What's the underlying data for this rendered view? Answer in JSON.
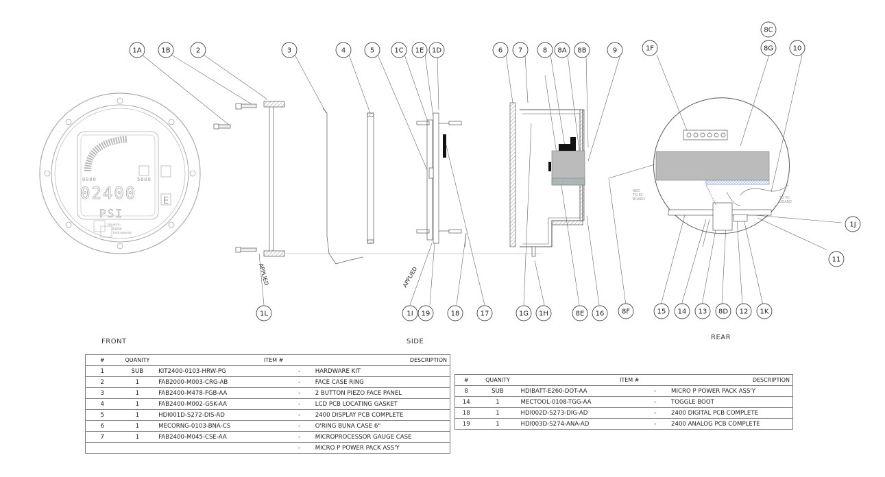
{
  "view_labels": {
    "front": "FRONT",
    "side": "SIDE",
    "rear": "REAR"
  },
  "front_view": {
    "display_value": "02400",
    "unit": "PSI",
    "scale_low": "0000",
    "scale_high": "5000",
    "mode_letter": "E",
    "brand_line1": "Houston",
    "brand_line2": "Digital",
    "brand_line3": "Instruments"
  },
  "side_view": {
    "applied_1": "APPLIED",
    "applied_2": "APPLIED"
  },
  "rear_view": {
    "wire_label_left": "RED\nTO PC\nBOARD",
    "wire_label_right": "TO PC\nBOARD"
  },
  "callouts": [
    {
      "id": "1A"
    },
    {
      "id": "1B"
    },
    {
      "id": "2"
    },
    {
      "id": "3"
    },
    {
      "id": "4"
    },
    {
      "id": "5"
    },
    {
      "id": "1C"
    },
    {
      "id": "1E"
    },
    {
      "id": "1D"
    },
    {
      "id": "6"
    },
    {
      "id": "7"
    },
    {
      "id": "8"
    },
    {
      "id": "8A"
    },
    {
      "id": "8B"
    },
    {
      "id": "9"
    },
    {
      "id": "1F"
    },
    {
      "id": "8C"
    },
    {
      "id": "8G"
    },
    {
      "id": "10"
    },
    {
      "id": "1J"
    },
    {
      "id": "11"
    },
    {
      "id": "1L"
    },
    {
      "id": "1I"
    },
    {
      "id": "19"
    },
    {
      "id": "18"
    },
    {
      "id": "17"
    },
    {
      "id": "1G"
    },
    {
      "id": "1H"
    },
    {
      "id": "8E"
    },
    {
      "id": "16"
    },
    {
      "id": "8F"
    },
    {
      "id": "15"
    },
    {
      "id": "14"
    },
    {
      "id": "13"
    },
    {
      "id": "8D"
    },
    {
      "id": "12"
    },
    {
      "id": "1K"
    }
  ],
  "bom_left": {
    "headers": {
      "num": "#",
      "qty": "QUANITY",
      "item": "ITEM #",
      "desc": "DESCRIPTION"
    },
    "rows": [
      {
        "num": "1",
        "qty": "SUB",
        "item": "KIT2400-0103-HRW-PG",
        "dash": "-",
        "desc": "HARDWARE KIT"
      },
      {
        "num": "2",
        "qty": "1",
        "item": "FAB2000-M003-CRG-AB",
        "dash": "-",
        "desc": "FACE CASE RING"
      },
      {
        "num": "3",
        "qty": "1",
        "item": "FAB2400-M478-FGB-AA",
        "dash": "-",
        "desc": "2 BUTTON PIEZO FACE PANEL"
      },
      {
        "num": "4",
        "qty": "1",
        "item": "FAB2400-M002-GSK-AA",
        "dash": "-",
        "desc": "LCD PCB LOCATING GASKET"
      },
      {
        "num": "5",
        "qty": "1",
        "item": "HDI001D-S272-DIS-AD",
        "dash": "-",
        "desc": "2400 DISPLAY PCB COMPLETE"
      },
      {
        "num": "6",
        "qty": "1",
        "item": "MECORNG-0103-BNA-CS",
        "dash": "-",
        "desc": "O'RING BUNA CASE 6\""
      },
      {
        "num": "7",
        "qty": "1",
        "item": "FAB2400-M045-CSE-AA",
        "dash": "-",
        "desc": "MICROPROCESSOR GAUGE CASE"
      },
      {
        "num": "",
        "qty": "",
        "item": "",
        "dash": "-",
        "desc": "MICRO P POWER PACK ASS'Y"
      }
    ]
  },
  "bom_right": {
    "headers": {
      "num": "#",
      "qty": "QUANITY",
      "item": "ITEM #",
      "desc": "DESCRIPTION"
    },
    "rows": [
      {
        "num": "8",
        "qty": "SUB",
        "item": "HDIBATT-E260-DOT-AA",
        "dash": "-",
        "desc": "MICRO P POWER PACK ASS'Y"
      },
      {
        "num": "14",
        "qty": "1",
        "item": "MECTOOL-0108-TGG-AA",
        "dash": "-",
        "desc": "TOGGLE BOOT"
      },
      {
        "num": "18",
        "qty": "1",
        "item": "HDI002D-S273-DIG-AD",
        "dash": "-",
        "desc": "2400 DIGITAL PCB COMPLETE"
      },
      {
        "num": "19",
        "qty": "1",
        "item": "HDI003D-S274-ANA-AD",
        "dash": "-",
        "desc": "2400 ANALOG PCB COMPLETE"
      }
    ]
  }
}
